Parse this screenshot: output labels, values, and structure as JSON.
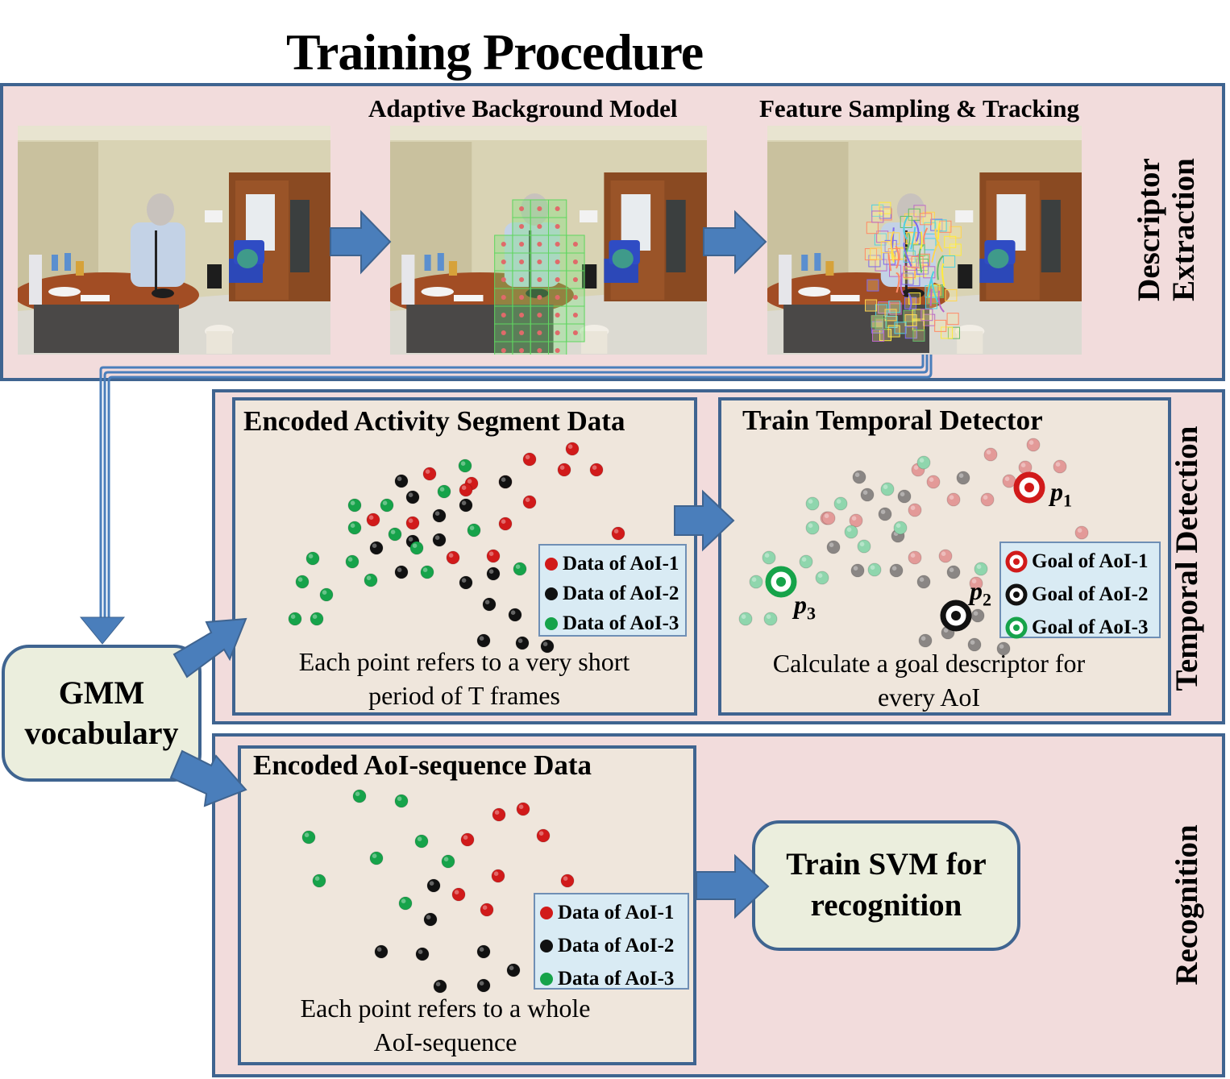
{
  "title": "Training Procedure",
  "stages": {
    "descriptor_extraction": {
      "label_line1": "Descriptor",
      "label_line2": "Extraction",
      "images": [
        {
          "label": "",
          "description": "office-scene-person-on-phone"
        },
        {
          "label": "Adaptive Background Model",
          "description": "office-scene-foreground-grid"
        },
        {
          "label": "Feature Sampling & Tracking",
          "description": "office-scene-feature-tracks"
        }
      ]
    },
    "temporal_detection": {
      "label": "Temporal Detection",
      "panel_segment": {
        "title": "Encoded Activity Segment Data",
        "caption_line1": "Each point refers to a very short",
        "caption_line2": "period of T frames",
        "legend": [
          "Data of AoI-1",
          "Data of AoI-2",
          "Data of AoI-3"
        ]
      },
      "panel_detector": {
        "title": "Train Temporal Detector",
        "caption_line1": "Calculate a goal descriptor for",
        "caption_line2": "every AoI",
        "legend": [
          "Goal of AoI-1",
          "Goal of AoI-2",
          "Goal of AoI-3"
        ],
        "goal_labels": [
          "p",
          "p",
          "p"
        ],
        "goal_subscripts": [
          "1",
          "2",
          "3"
        ]
      }
    },
    "recognition": {
      "label": "Recognition",
      "panel_sequence": {
        "title": "Encoded AoI-sequence Data",
        "caption_line1": "Each point refers to a whole",
        "caption_line2": "AoI-sequence",
        "legend": [
          "Data of AoI-1",
          "Data of AoI-2",
          "Data of AoI-3"
        ]
      },
      "svm_box": {
        "line1": "Train SVM for",
        "line2": "recognition"
      }
    }
  },
  "gmm_box": {
    "line1": "GMM",
    "line2": "vocabulary"
  },
  "colors": {
    "aoi1": "#d11a1a",
    "aoi2": "#111111",
    "aoi3": "#16a34a",
    "aoi1_faded": "#e39a98",
    "aoi2_faded": "#8a8684",
    "aoi3_faded": "#8fd6ad",
    "arrow": "#4a7ebb",
    "border": "#3f6490"
  },
  "scatter": {
    "segment_points": {
      "aoi1": [
        [
          533,
          588
        ],
        [
          710,
          557
        ],
        [
          657,
          570
        ],
        [
          700,
          583
        ],
        [
          740,
          583
        ],
        [
          585,
          600
        ],
        [
          627,
          598
        ],
        [
          578,
          608
        ],
        [
          657,
          623
        ],
        [
          463,
          645
        ],
        [
          512,
          649
        ],
        [
          627,
          650
        ],
        [
          562,
          692
        ],
        [
          612,
          690
        ],
        [
          767,
          662
        ]
      ],
      "aoi2": [
        [
          498,
          597
        ],
        [
          512,
          617
        ],
        [
          545,
          640
        ],
        [
          578,
          627
        ],
        [
          627,
          598
        ],
        [
          545,
          670
        ],
        [
          467,
          680
        ],
        [
          512,
          672
        ],
        [
          578,
          723
        ],
        [
          612,
          712
        ],
        [
          498,
          710
        ],
        [
          607,
          750
        ],
        [
          639,
          763
        ],
        [
          600,
          795
        ],
        [
          648,
          798
        ],
        [
          679,
          802
        ]
      ],
      "aoi3": [
        [
          577,
          578
        ],
        [
          551,
          610
        ],
        [
          440,
          627
        ],
        [
          480,
          627
        ],
        [
          440,
          655
        ],
        [
          490,
          663
        ],
        [
          588,
          658
        ],
        [
          517,
          680
        ],
        [
          388,
          693
        ],
        [
          437,
          697
        ],
        [
          460,
          720
        ],
        [
          530,
          710
        ],
        [
          645,
          706
        ],
        [
          375,
          722
        ],
        [
          405,
          738
        ],
        [
          366,
          768
        ],
        [
          393,
          768
        ]
      ]
    },
    "detector_points": {
      "aoi1": [
        [
          1282,
          552
        ],
        [
          1229,
          564
        ],
        [
          1252,
          597
        ],
        [
          1272,
          580
        ],
        [
          1315,
          579
        ],
        [
          1225,
          620
        ],
        [
          1158,
          598
        ],
        [
          1139,
          583
        ],
        [
          1135,
          633
        ],
        [
          1183,
          620
        ],
        [
          1026,
          643
        ],
        [
          1062,
          646
        ],
        [
          1028,
          643
        ],
        [
          1173,
          690
        ],
        [
          1135,
          692
        ],
        [
          1342,
          661
        ],
        [
          1211,
          724
        ]
      ],
      "aoi2": [
        [
          1066,
          592
        ],
        [
          1076,
          614
        ],
        [
          1098,
          638
        ],
        [
          1122,
          616
        ],
        [
          1195,
          593
        ],
        [
          1114,
          665
        ],
        [
          1034,
          679
        ],
        [
          1064,
          708
        ],
        [
          1112,
          708
        ],
        [
          1146,
          722
        ],
        [
          1183,
          710
        ],
        [
          1176,
          785
        ],
        [
          1148,
          795
        ],
        [
          1209,
          800
        ],
        [
          1245,
          805
        ],
        [
          1213,
          764
        ]
      ],
      "aoi3": [
        [
          1146,
          574
        ],
        [
          1101,
          607
        ],
        [
          1008,
          625
        ],
        [
          1043,
          625
        ],
        [
          1008,
          655
        ],
        [
          1056,
          660
        ],
        [
          1117,
          655
        ],
        [
          1072,
          678
        ],
        [
          954,
          692
        ],
        [
          1000,
          697
        ],
        [
          1020,
          717
        ],
        [
          1085,
          707
        ],
        [
          1217,
          706
        ],
        [
          938,
          722
        ],
        [
          925,
          768
        ],
        [
          956,
          768
        ]
      ]
    },
    "goal_points": {
      "aoi1": [
        1277,
        605
      ],
      "aoi2": [
        1186,
        764
      ],
      "aoi3": [
        969,
        722
      ]
    },
    "sequence_points": {
      "aoi1": [
        [
          619,
          1011
        ],
        [
          649,
          1004
        ],
        [
          674,
          1037
        ],
        [
          580,
          1042
        ],
        [
          618,
          1087
        ],
        [
          704,
          1093
        ],
        [
          569,
          1110
        ],
        [
          604,
          1129
        ]
      ],
      "aoi2": [
        [
          538,
          1099
        ],
        [
          534,
          1141
        ],
        [
          473,
          1181
        ],
        [
          524,
          1184
        ],
        [
          600,
          1181
        ],
        [
          637,
          1204
        ],
        [
          546,
          1224
        ],
        [
          600,
          1223
        ]
      ],
      "aoi3": [
        [
          446,
          988
        ],
        [
          498,
          994
        ],
        [
          383,
          1039
        ],
        [
          523,
          1044
        ],
        [
          467,
          1065
        ],
        [
          556,
          1069
        ],
        [
          396,
          1093
        ],
        [
          503,
          1121
        ]
      ]
    }
  }
}
